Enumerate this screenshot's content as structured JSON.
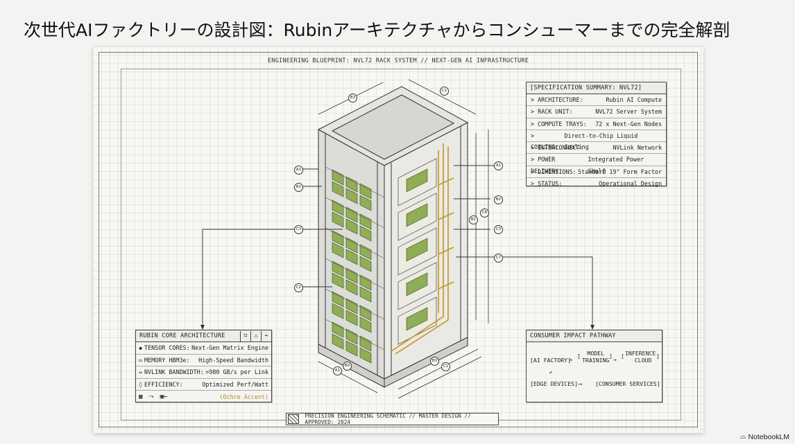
{
  "slide": {
    "title": "次世代AIファクトリーの設計図：Rubinアーキテクチャからコンシューマーまでの完全解剖"
  },
  "blueprint": {
    "header": "ENGINEERING BLUEPRINT: NVL72 RACK SYSTEM // NEXT-GEN AI INFRASTRUCTURE",
    "footer": "PRECISION ENGINEERING SCHEMATIC // MASTER DESIGN // APPROVED: 2024"
  },
  "spec_summary": {
    "title": "[SPECIFICATION SUMMARY: NVL72]",
    "rows": [
      {
        "key": "> ARCHITECTURE:",
        "value": "Rubin AI Compute"
      },
      {
        "key": "> RACK UNIT:",
        "value": "NVL72 Server System"
      },
      {
        "key": "> COMPUTE TRAYS:",
        "value": "72 x Next-Gen Nodes"
      },
      {
        "key": "> COOLING:",
        "value": "Direct-to-Chip Liquid Cooling"
      },
      {
        "key": "> INTERCONNECT:",
        "value": "NVLink Network"
      },
      {
        "key": "> POWER DELIVERY:",
        "value": "Integrated Power Shelf"
      },
      {
        "key": "> DIMENSIONS:",
        "value": "Standard 19\" Form Factor"
      },
      {
        "key": "> STATUS:",
        "value": "Operational Design"
      }
    ]
  },
  "core_architecture": {
    "title": "RUBIN CORE ARCHITECTURE",
    "rows": [
      {
        "icon": "◆",
        "key": "TENSOR CORES:",
        "value": "Next-Gen Matrix Engine"
      },
      {
        "icon": "▭",
        "key": "MEMORY HBM3e:",
        "value": "High-Speed Bandwidth"
      },
      {
        "icon": "⇔",
        "key": "NVLINK BANDWIDTH:",
        "value": ">980 GB/s per Link"
      },
      {
        "icon": "◊",
        "key": "EFFICIENCY:",
        "value": "Optimized Perf/Watt"
      }
    ],
    "accent_note": "(Ochre Accent)"
  },
  "impact_pathway": {
    "title": "CONSUMER IMPACT PATHWAY",
    "ai_factory": "[AI FACTORY]",
    "model_training_1": "MODEL",
    "model_training_2": "TRAINING",
    "inference_1": "INFERENCE",
    "inference_2": "CLOUD",
    "edge_devices": "[EDGE DEVICES]",
    "consumer_services": "[CONSUMER SERVICES]"
  },
  "callouts": {
    "b3": "B3",
    "c1": "C1",
    "a1": "A1",
    "b1": "B1",
    "c3": "C3",
    "c2": "C2",
    "a1r": "A1",
    "b2": "B2",
    "c6": "C6",
    "b2r": "B2",
    "c3r": "C3",
    "c7": "C7",
    "a1b": "A1",
    "b0": "B0",
    "b3b": "B3",
    "c1b": "C1"
  },
  "brand": {
    "name": "NotebookLM"
  },
  "colors": {
    "accent": "#c8951e",
    "tray_green": "#8fae55",
    "line": "#333333"
  }
}
